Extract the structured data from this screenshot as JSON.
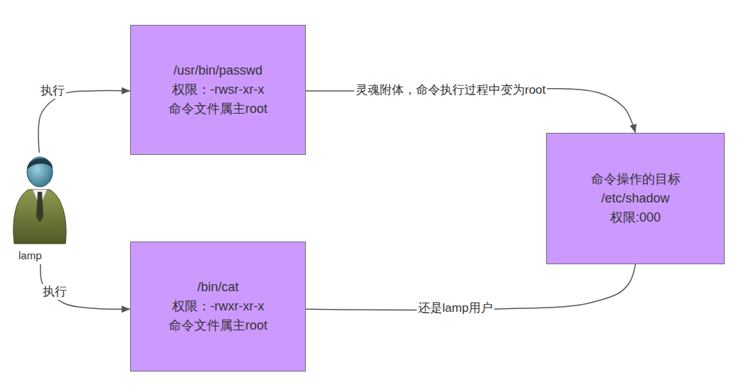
{
  "diagram": {
    "nodes": [
      {
        "text": [
          "/usr/bin/passwd",
          "权限：-rwsr-xr-x",
          "命令文件属主root"
        ]
      },
      {
        "text": [
          "lamp"
        ]
      },
      {
        "text": [
          "/bin/cat",
          "权限：-rwxr-xr-x",
          "命令文件属主root"
        ]
      },
      {
        "text": [
          "命令操作的目标",
          "/etc/shadow",
          "权限:000"
        ]
      }
    ],
    "edges": [
      {
        "from": 1,
        "to": 0,
        "label": "执行",
        "arrow": "to"
      },
      {
        "from": 1,
        "to": 2,
        "label": "执行",
        "arrow": "to"
      },
      {
        "from": 0,
        "to": 3,
        "label": "灵魂附体，命令执行过程中变为root",
        "arrow": "to"
      },
      {
        "from": 2,
        "to": 3,
        "label": "还是lamp用户",
        "arrow": "to"
      }
    ]
  }
}
